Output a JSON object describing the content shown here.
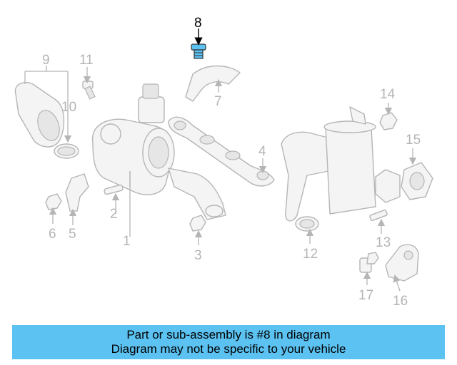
{
  "diagram": {
    "callouts": [
      "1",
      "2",
      "3",
      "4",
      "5",
      "6",
      "7",
      "8",
      "9",
      "10",
      "11",
      "12",
      "13",
      "14",
      "15",
      "16",
      "17"
    ],
    "highlighted_callout": "8",
    "highlight_color": "#5bc2f2",
    "line_color": "#b5b5b5"
  },
  "banner": {
    "line1": "Part or sub-assembly is #8 in diagram",
    "line2": "Diagram may not be specific to your vehicle",
    "background": "#5bc2f2"
  }
}
